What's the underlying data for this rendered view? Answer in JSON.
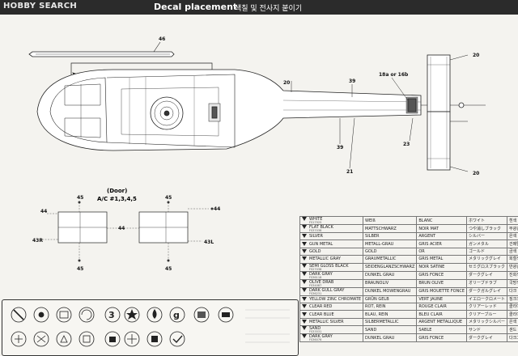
{
  "header": {
    "watermark": "HOBBY SEARCH",
    "title": "Decal placement",
    "korean": "색칠 및 전사지 붙이기"
  },
  "callouts": {
    "c46": "46",
    "c20a": "20",
    "c20b": "20",
    "c20c": "20",
    "c39a": "39",
    "c39b": "39",
    "c18": "18a or 16b",
    "c23": "23",
    "c21": "21"
  },
  "door": {
    "title": "(Door)",
    "subtitle": "A/C #1,3,4,5",
    "l45a": "45",
    "l45b": "45",
    "l45c": "45",
    "l45d": "45",
    "l44a": "44",
    "l44b": "44",
    "l44c": "44",
    "l43r": "43R",
    "l43l": "43L"
  },
  "paints": [
    {
      "name": "WHITE",
      "code": "FS17925",
      "de": "WEIß",
      "fr": "BLANC",
      "jp": "ホワイト",
      "kr": "흰색"
    },
    {
      "name": "FLAT BLACK",
      "code": "FS37038",
      "de": "MATTSCHWARZ",
      "fr": "NOIR MAT",
      "jp": "つや消しブラック",
      "kr": "무광검정"
    },
    {
      "name": "SILVER",
      "code": "",
      "de": "SILBER",
      "fr": "ARGENT",
      "jp": "シルバー",
      "kr": "은색"
    },
    {
      "name": "GUN METAL",
      "code": "",
      "de": "METALL-GRAU",
      "fr": "GRIS ACIER",
      "jp": "ガンメタル",
      "kr": "건메탈"
    },
    {
      "name": "GOLD",
      "code": "",
      "de": "GOLD",
      "fr": "OR",
      "jp": "ゴールド",
      "kr": "금색"
    },
    {
      "name": "METALLIC GRAY",
      "code": "",
      "de": "GRAUMETALLIC",
      "fr": "GRIS METAL",
      "jp": "メタリックグレイ",
      "kr": "회철색"
    },
    {
      "name": "SEMI GLOSS BLACK",
      "code": "FS27038",
      "de": "SEIDENGLANZSCHWARZ",
      "fr": "NOIR SATINE",
      "jp": "セミグロスブラック",
      "kr": "반광검정"
    },
    {
      "name": "DARK GRAY",
      "code": "FS36118",
      "de": "DUNKEL GRAU",
      "fr": "GRIS FONCE",
      "jp": "ダークグレイ",
      "kr": "진회색"
    },
    {
      "name": "OLIVE DRAB",
      "code": "FS34087",
      "de": "BRAUNOLIV",
      "fr": "BRUN OLIVE",
      "jp": "オリーブドラブ",
      "kr": "국방색"
    },
    {
      "name": "DARK GULL GRAY",
      "code": "FS36231",
      "de": "DUNKEL MOWENGRAU",
      "fr": "GRIS MOUETTE FONCE",
      "jp": "ダークガルグレイ",
      "kr": "다크 걸그레이"
    },
    {
      "name": "YELLOW ZINC CHROMATE",
      "code": "",
      "de": "GRÜN GELB",
      "fr": "VERT JAUNE",
      "jp": "イエロークロメート",
      "kr": "징크크로메이트"
    },
    {
      "name": "CLEAR RED",
      "code": "",
      "de": "ROT, REIN",
      "fr": "ROUGE CLAIR",
      "jp": "クリアーレッド",
      "kr": "클리어 레드"
    },
    {
      "name": "CLEAR BLUE",
      "code": "",
      "de": "BLAU, REIN",
      "fr": "BLEU CLAIR",
      "jp": "クリアーブルー",
      "kr": "클리어 블루"
    },
    {
      "name": "METALLIC SILVER",
      "code": "",
      "de": "SILBERMETALLIC",
      "fr": "ARGENT METALLIQUE",
      "jp": "メタリックシルバー",
      "kr": "은색"
    },
    {
      "name": "SAND",
      "code": "FS33531",
      "de": "SAND",
      "fr": "SABLE",
      "jp": "サンド",
      "kr": "샌드"
    },
    {
      "name": "DARK GRAY",
      "code": "FS36076",
      "de": "DUNKEL GRAU",
      "fr": "GRIS FONCE",
      "jp": "ダークグレイ",
      "kr": "다크그레이"
    }
  ],
  "legend": {
    "num3": "3",
    "numg": "g"
  }
}
